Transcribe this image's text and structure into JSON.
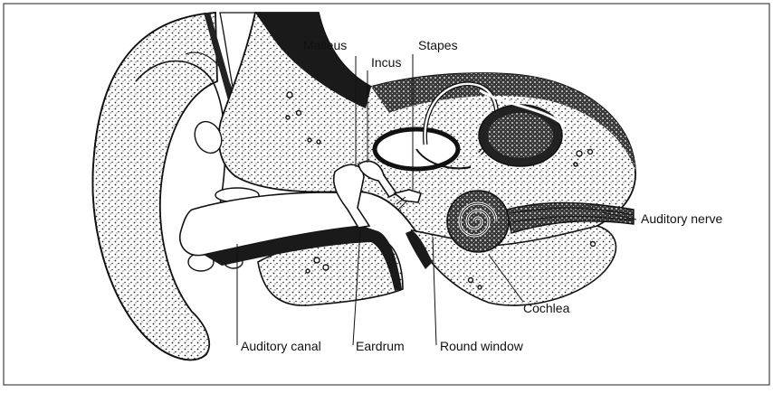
{
  "diagram": {
    "labels": {
      "malleus": "Malleus",
      "incus": "Incus",
      "stapes": "Stapes",
      "auditory_nerve": "Auditory nerve",
      "cochlea": "Cochlea",
      "auditory_canal": "Auditory canal",
      "eardrum": "Eardrum",
      "round_window": "Round window"
    }
  }
}
